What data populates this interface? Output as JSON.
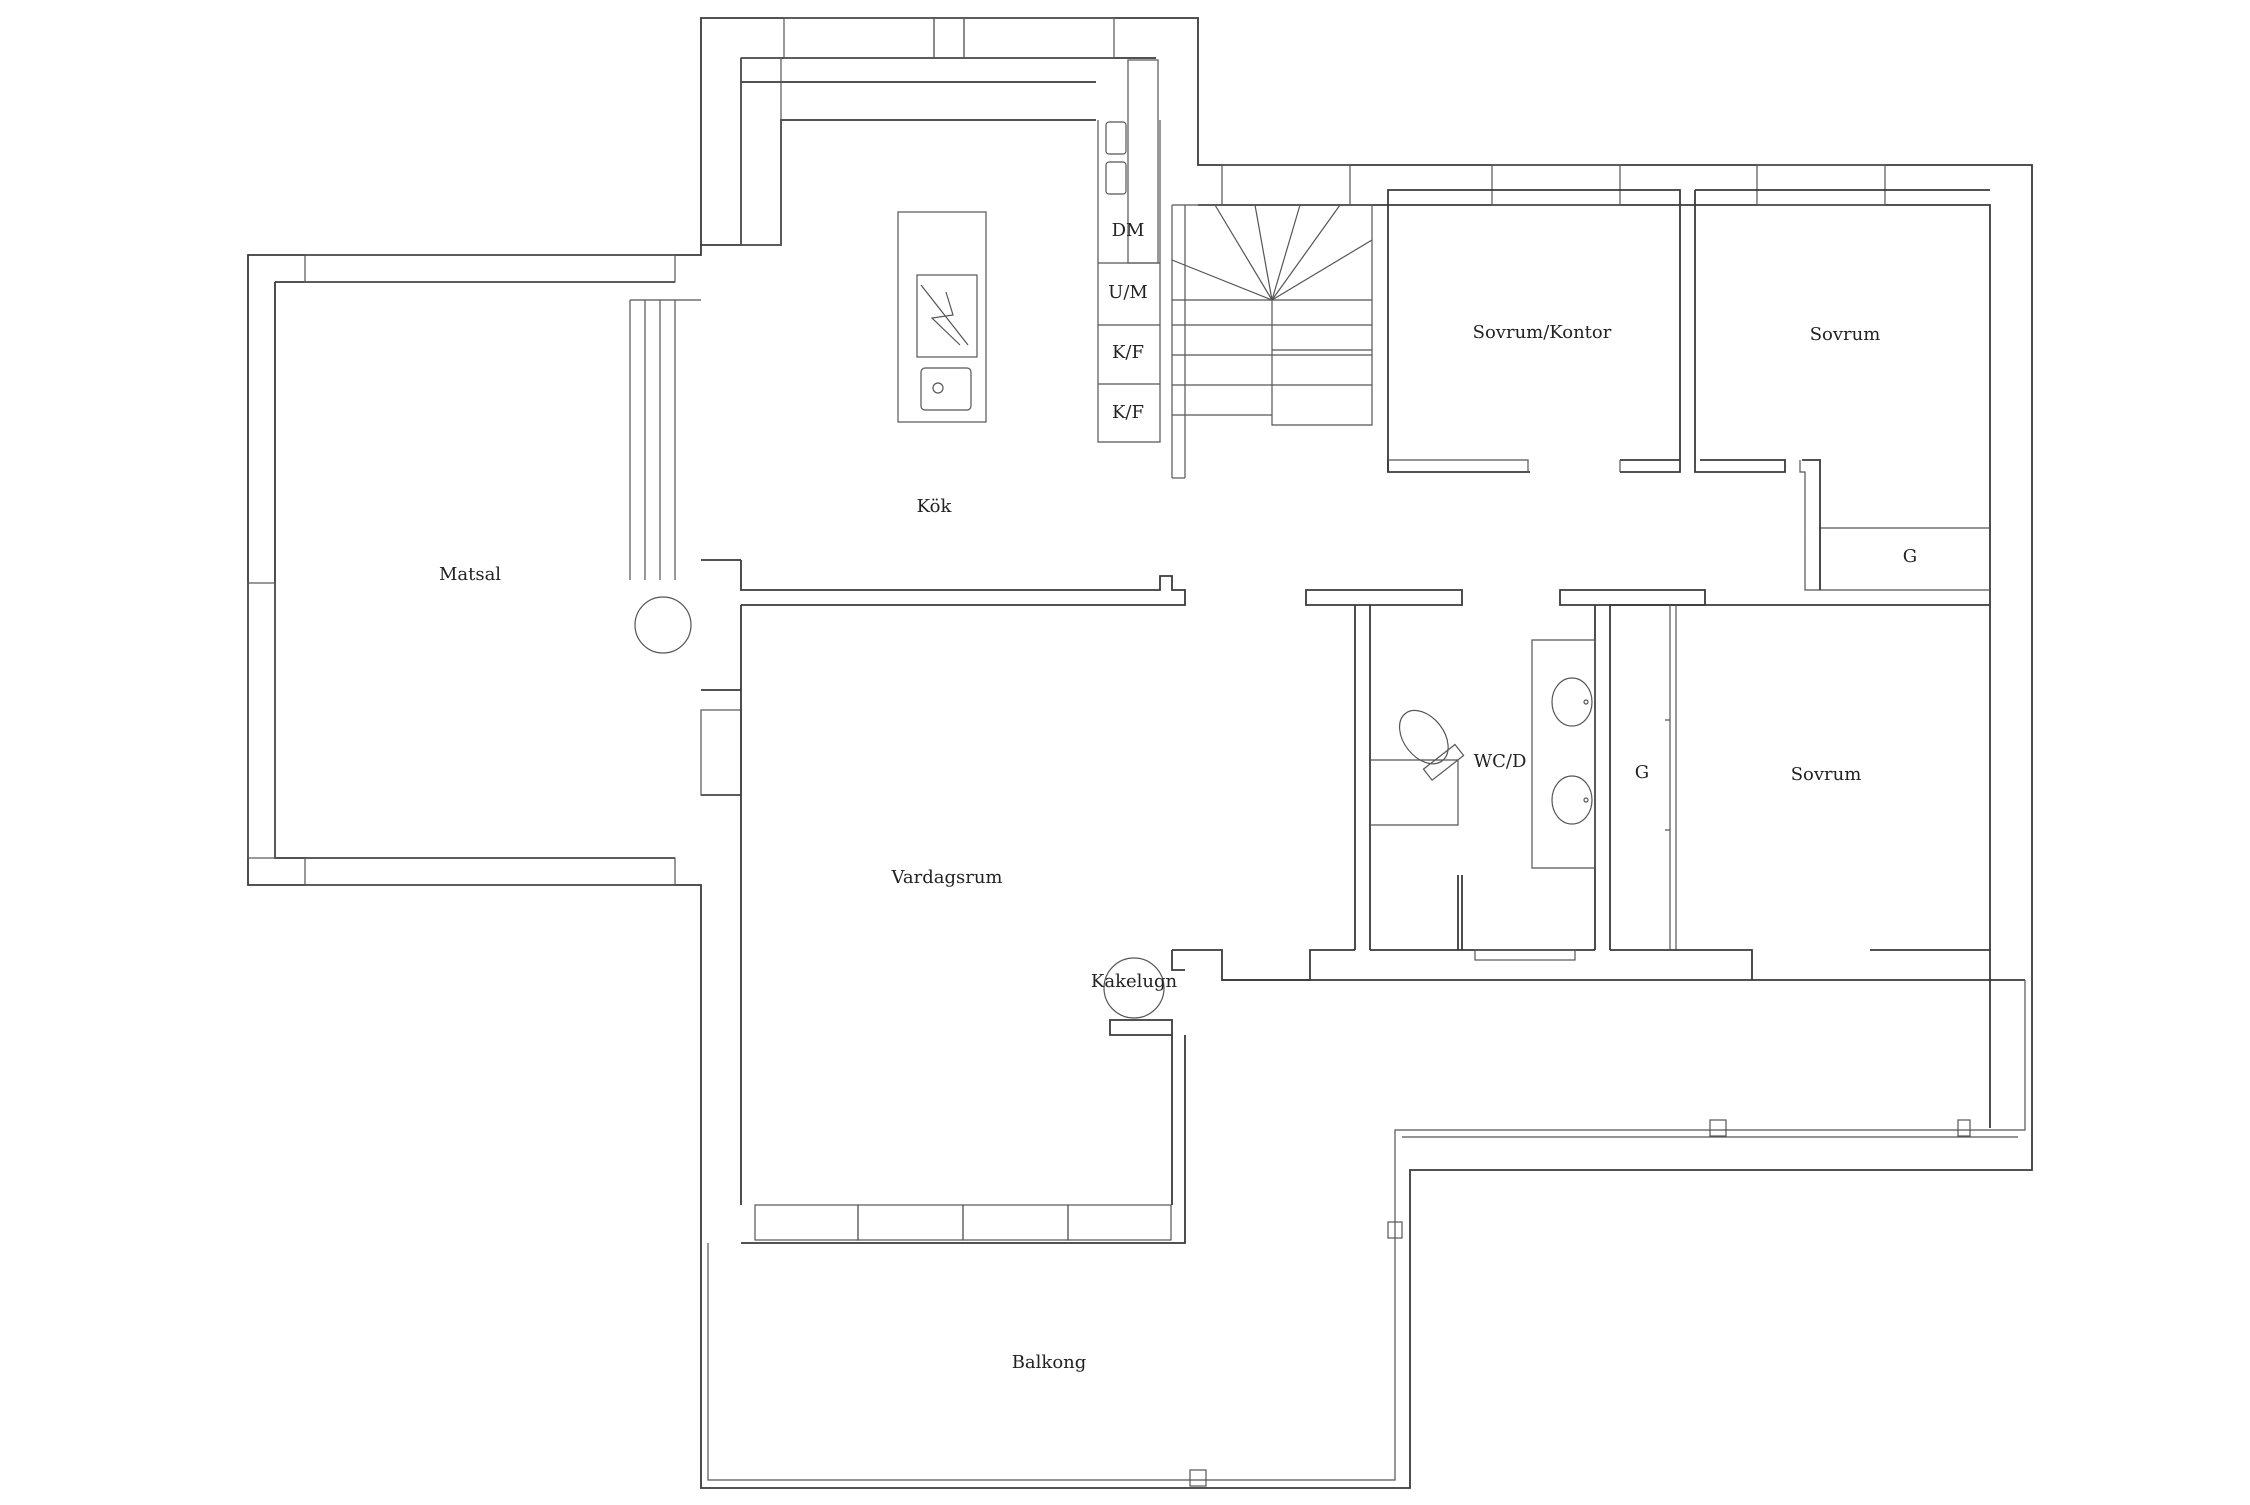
{
  "plan": {
    "rooms": {
      "kok": "Kök",
      "matsal": "Matsal",
      "vardagsrum": "Vardagsrum",
      "sovrum_kontor": "Sovrum/Kontor",
      "sovrum_1": "Sovrum",
      "sovrum_2": "Sovrum",
      "wc_d": "WC/D",
      "balkong": "Balkong",
      "kakelugn": "Kakelugn",
      "g_closet_1": "G",
      "g_closet_2": "G"
    },
    "appliances": {
      "dm": "DM",
      "um": "U/M",
      "kf_1": "K/F",
      "kf_2": "K/F"
    }
  }
}
